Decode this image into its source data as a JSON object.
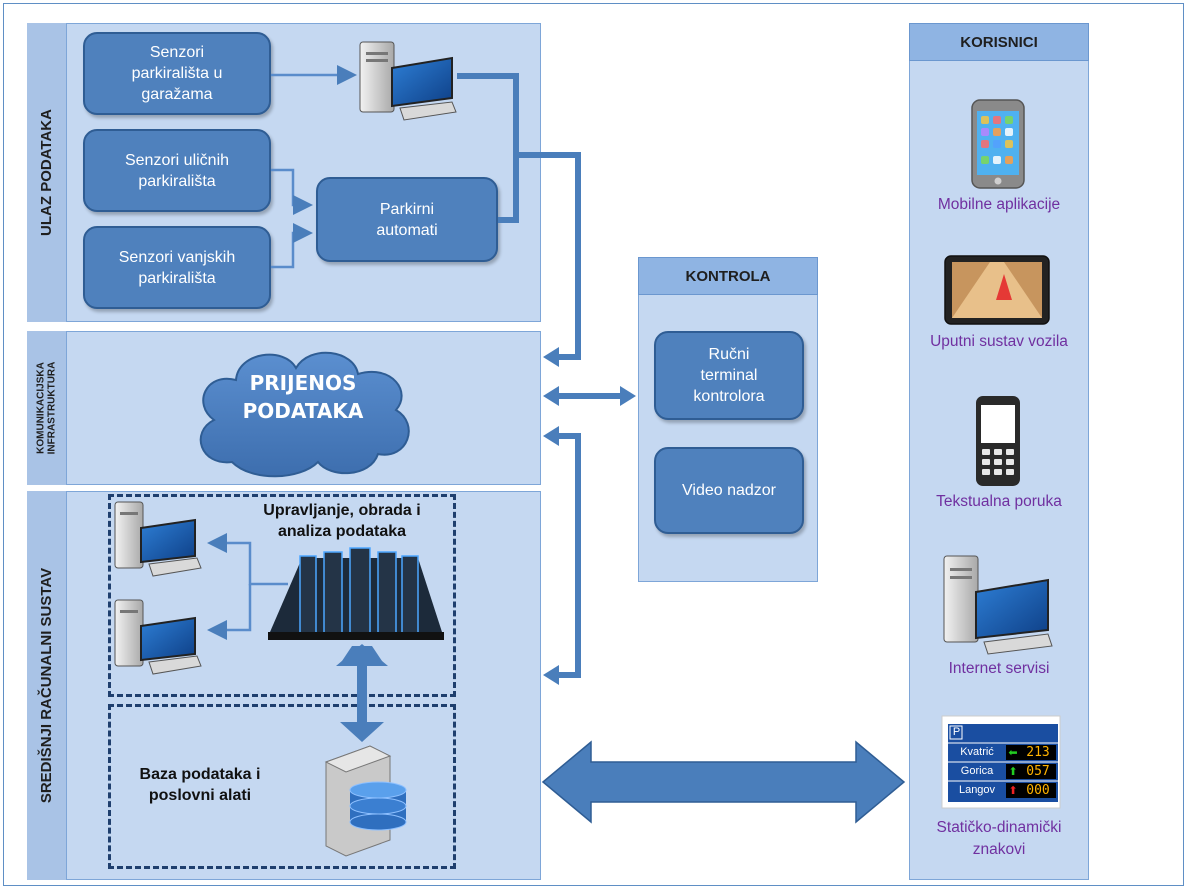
{
  "sections": {
    "input": {
      "label": "ULAZ PODATAKA"
    },
    "comm": {
      "label": "KOMUNIKACIJSKA\nINFRASTRUKTURA"
    },
    "central": {
      "label": "SREDIŠNJI RAČUNALNI SUSTAV"
    }
  },
  "input_boxes": {
    "garage_sensors": "Senzori\nparkirališta u\ngaražama",
    "street_sensors": "Senzori uličnih\nparkirališta",
    "outdoor_sensors": "Senzori vanjskih\nparkirališta",
    "parking_machines": "Parkirni\nautomati"
  },
  "cloud": {
    "label": "PRIJENOS\nPODATAKA"
  },
  "central_system": {
    "processing_label": "Upravljanje, obrada i\nanaliza podataka",
    "database_label": "Baza podataka i\nposlovni alati"
  },
  "control": {
    "title": "KONTROLA",
    "handheld": "Ručni\nterminal\nkontrolora",
    "video": "Video nadzor"
  },
  "users": {
    "title": "KORISNICI",
    "mobile": "Mobilne aplikacije",
    "navigation": "Uputni sustav vozila",
    "sms": "Tekstualna poruka",
    "internet": "Internet servisi",
    "signs": "Statičko-dinamički\nznakovi"
  },
  "sign_display": {
    "header": "P",
    "rows": [
      {
        "name": "Kvatrić",
        "value": "213",
        "arrow": "left",
        "arrow_color": "#22cc22"
      },
      {
        "name": "Gorica",
        "value": "057",
        "arrow": "up",
        "arrow_color": "#22cc22"
      },
      {
        "name": "Langov",
        "value": "000",
        "arrow": "up",
        "arrow_color": "#ee2222"
      }
    ]
  },
  "colors": {
    "panel": "#c5d8f1",
    "box": "#4f81bd",
    "arrow": "#4a7ebb",
    "header": "#8fb4e3",
    "caption": "#7030a0"
  }
}
